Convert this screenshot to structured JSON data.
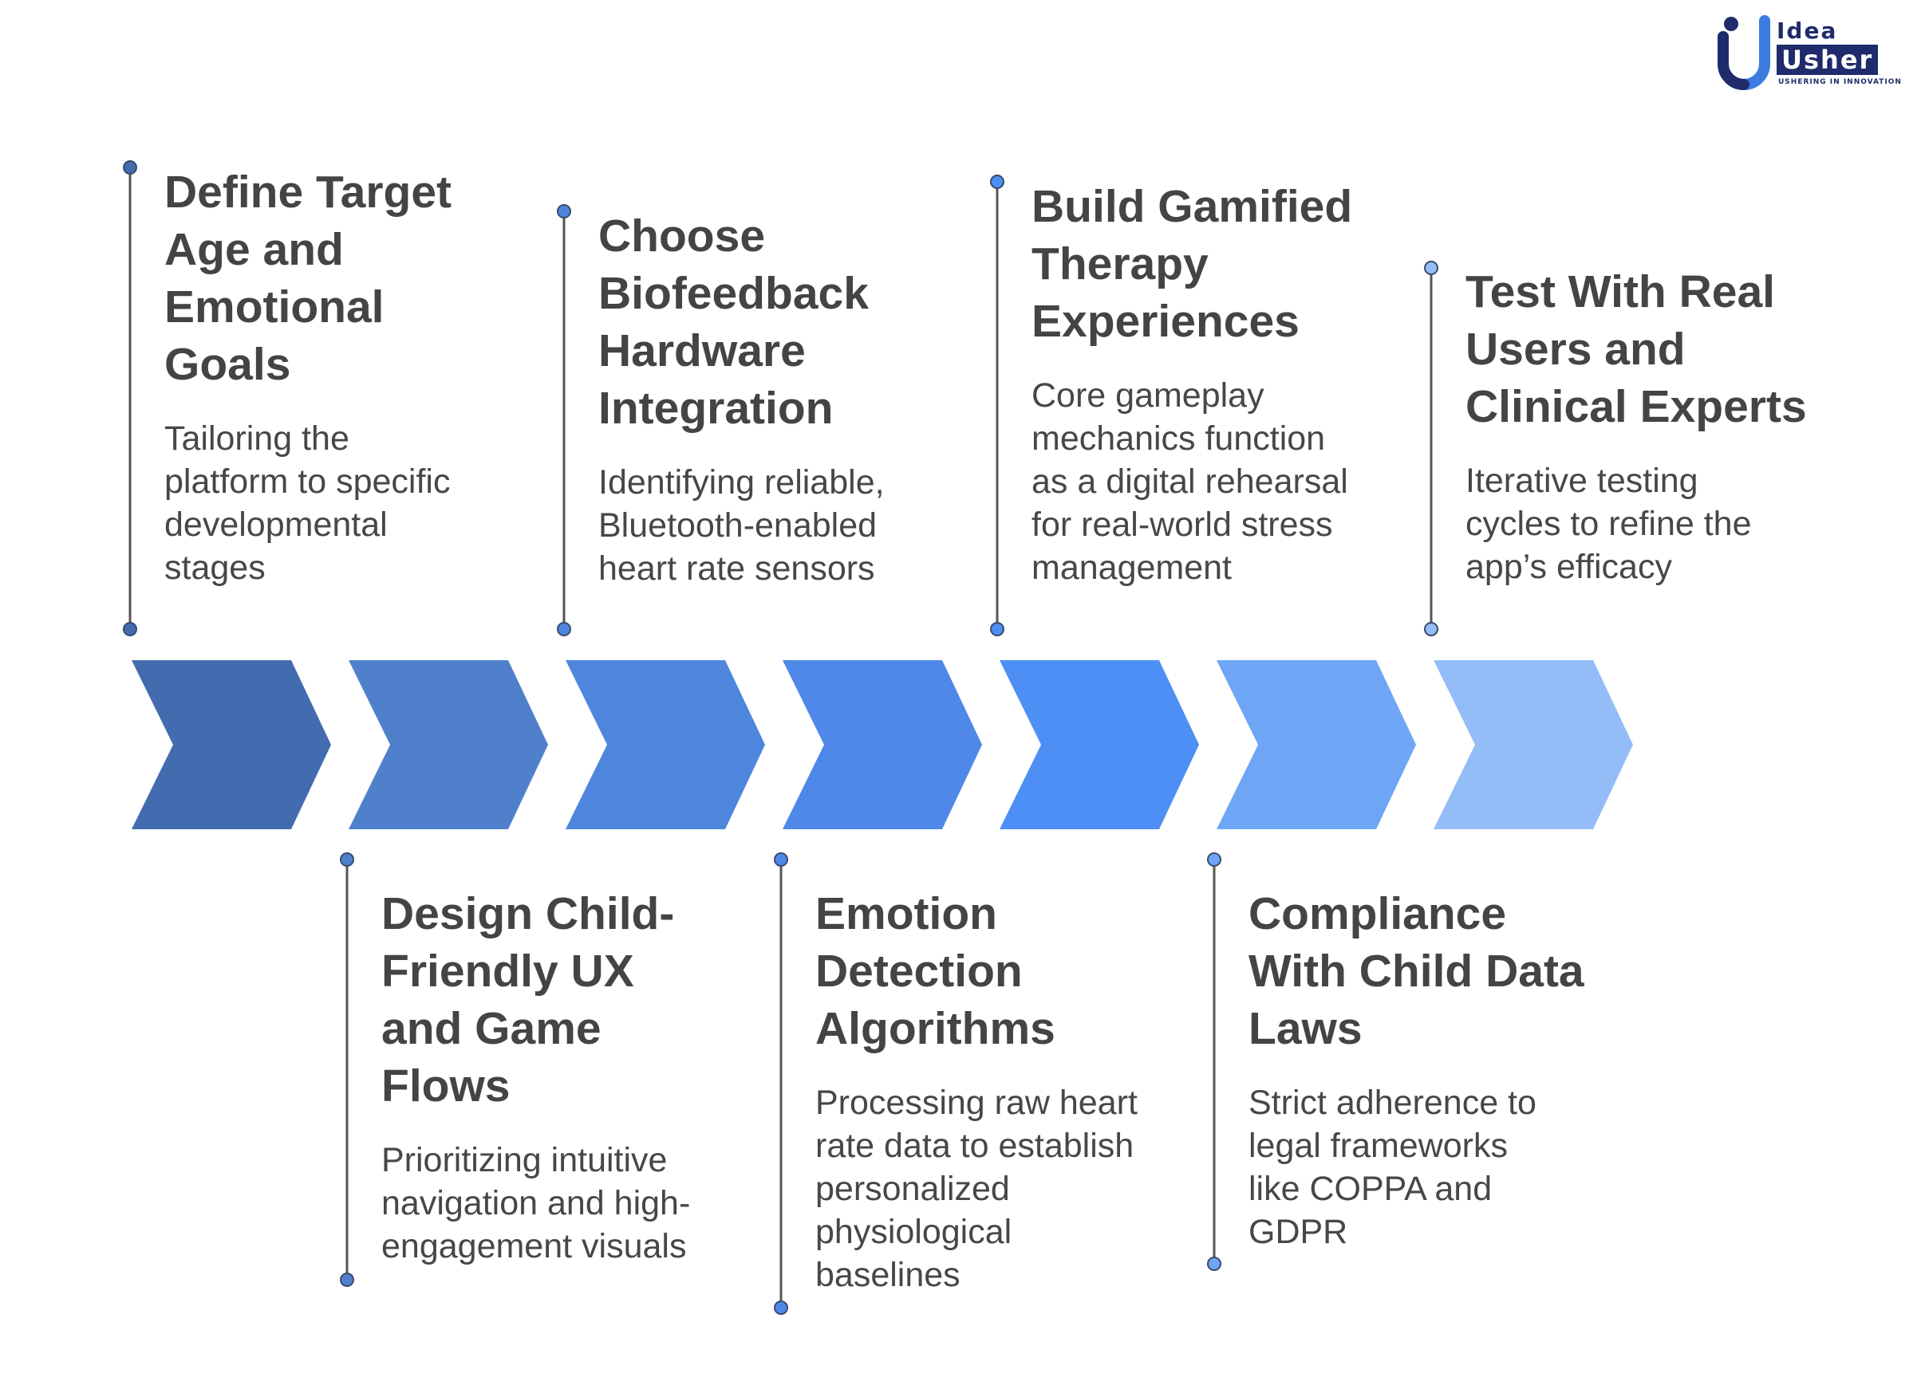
{
  "logo": {
    "brand_top": "Idea",
    "brand_bottom": "Usher",
    "tagline": "USHERING IN INNOVATION"
  },
  "colors": {
    "chevrons": [
      "#436baf",
      "#5080cc",
      "#4f86dd",
      "#4f88e8",
      "#4d8ff5",
      "#6ea6f5",
      "#94bdf7"
    ],
    "text": "#444444",
    "connector": "#555555"
  },
  "steps": [
    {
      "title": "Define Target Age and Emotional Goals",
      "title_lines": [
        "Define Target",
        "Age and",
        "Emotional",
        "Goals"
      ],
      "desc_lines": [
        "Tailoring the",
        "platform to specific",
        "developmental",
        "stages"
      ],
      "position": "top"
    },
    {
      "title": "Design Child-Friendly UX and Game Flows",
      "title_lines": [
        "Design Child-",
        "Friendly UX",
        "and Game",
        "Flows"
      ],
      "desc_lines": [
        "Prioritizing intuitive",
        "navigation and high-",
        "engagement visuals"
      ],
      "position": "bottom"
    },
    {
      "title": "Choose Biofeedback Hardware Integration",
      "title_lines": [
        "Choose",
        "Biofeedback",
        "Hardware",
        "Integration"
      ],
      "desc_lines": [
        "Identifying reliable,",
        "Bluetooth-enabled",
        "heart rate sensors"
      ],
      "position": "top"
    },
    {
      "title": "Emotion Detection Algorithms",
      "title_lines": [
        "Emotion",
        "Detection",
        "Algorithms"
      ],
      "desc_lines": [
        "Processing raw heart",
        "rate data to establish",
        "personalized",
        "physiological",
        "baselines"
      ],
      "position": "bottom"
    },
    {
      "title": "Build Gamified Therapy Experiences",
      "title_lines": [
        "Build Gamified",
        "Therapy",
        "Experiences"
      ],
      "desc_lines": [
        "Core gameplay",
        "mechanics function",
        "as a digital rehearsal",
        "for real-world stress",
        "management"
      ],
      "position": "top"
    },
    {
      "title": "Compliance With Child Data Laws",
      "title_lines": [
        "Compliance",
        "With Child Data",
        "Laws"
      ],
      "desc_lines": [
        "Strict adherence to",
        "legal frameworks",
        "like COPPA and",
        "GDPR"
      ],
      "position": "bottom"
    },
    {
      "title": "Test With Real Users and Clinical Experts",
      "title_lines": [
        "Test With Real",
        "Users and",
        "Clinical Experts"
      ],
      "desc_lines": [
        "Iterative testing",
        "cycles to refine the",
        "app’s efficacy"
      ],
      "position": "top"
    }
  ]
}
